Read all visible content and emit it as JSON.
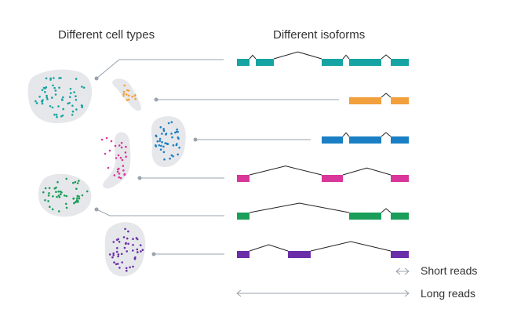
{
  "headings": {
    "cell_types": "Different cell types",
    "isoforms": "Different isoforms"
  },
  "legend": {
    "short_reads": "Short reads",
    "long_reads": "Long reads"
  },
  "colors": {
    "teal": "#16a3a3",
    "orange": "#f2a03d",
    "blue": "#1a7fc4",
    "magenta": "#d9369b",
    "green": "#1a9e5a",
    "purple": "#6a2fa8",
    "blob_fill": "#e6e7ea",
    "connector": "#9aa3ad",
    "intron": "#222222"
  },
  "rows": [
    {
      "id": "teal",
      "color": "#16a3a3"
    },
    {
      "id": "orange",
      "color": "#f2a03d"
    },
    {
      "id": "blue",
      "color": "#1a7fc4"
    },
    {
      "id": "magenta",
      "color": "#d9369b"
    },
    {
      "id": "green",
      "color": "#1a9e5a"
    },
    {
      "id": "purple",
      "color": "#6a2fa8"
    }
  ]
}
